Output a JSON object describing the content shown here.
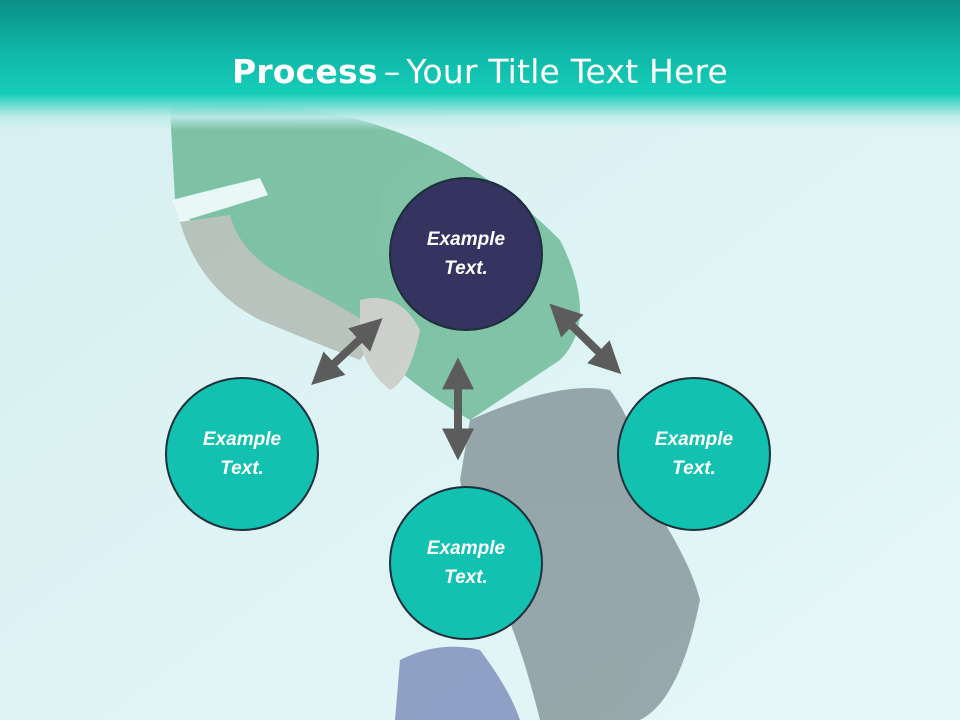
{
  "slide": {
    "title_bold": "Process",
    "title_separator": "–",
    "title_rest": "Your Title Text Here"
  },
  "nodes": {
    "top": "Example Text.",
    "left": "Example Text.",
    "bottom": "Example Text.",
    "right": "Example Text."
  },
  "colors": {
    "accent_teal": "#13c1b0",
    "dark_navy": "#35335f",
    "arrow_gray": "#5c5c5c"
  }
}
